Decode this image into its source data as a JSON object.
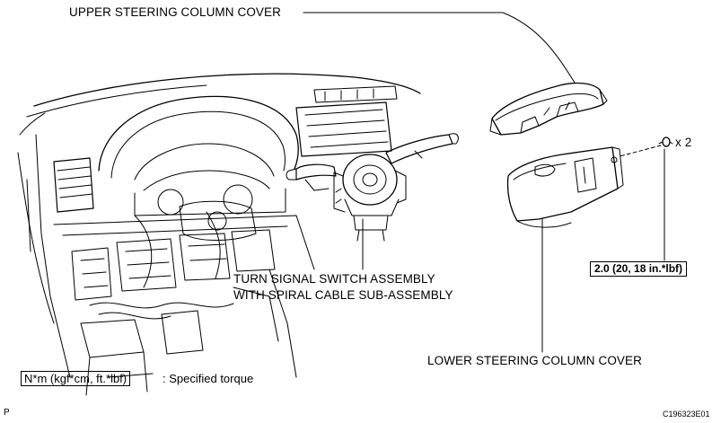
{
  "labels": {
    "upper_cover": "UPPER STEERING COLUMN COVER",
    "turn_signal_line1": "TURN SIGNAL SWITCH ASSEMBLY",
    "turn_signal_line2": "WITH SPIRAL CABLE SUB-ASSEMBLY",
    "lower_cover": "LOWER STEERING COLUMN COVER",
    "screw_count": "x 2"
  },
  "torque": {
    "value": "2.0 (20, 18 in.*lbf)"
  },
  "legend": {
    "unit_box": "N*m (kgf*cm, ft.*lbf)",
    "description": ": Specified torque"
  },
  "footer": {
    "view_code": "P",
    "figure_id": "C196323E01"
  },
  "colors": {
    "ink": "#000000",
    "paper": "#ffffff"
  }
}
